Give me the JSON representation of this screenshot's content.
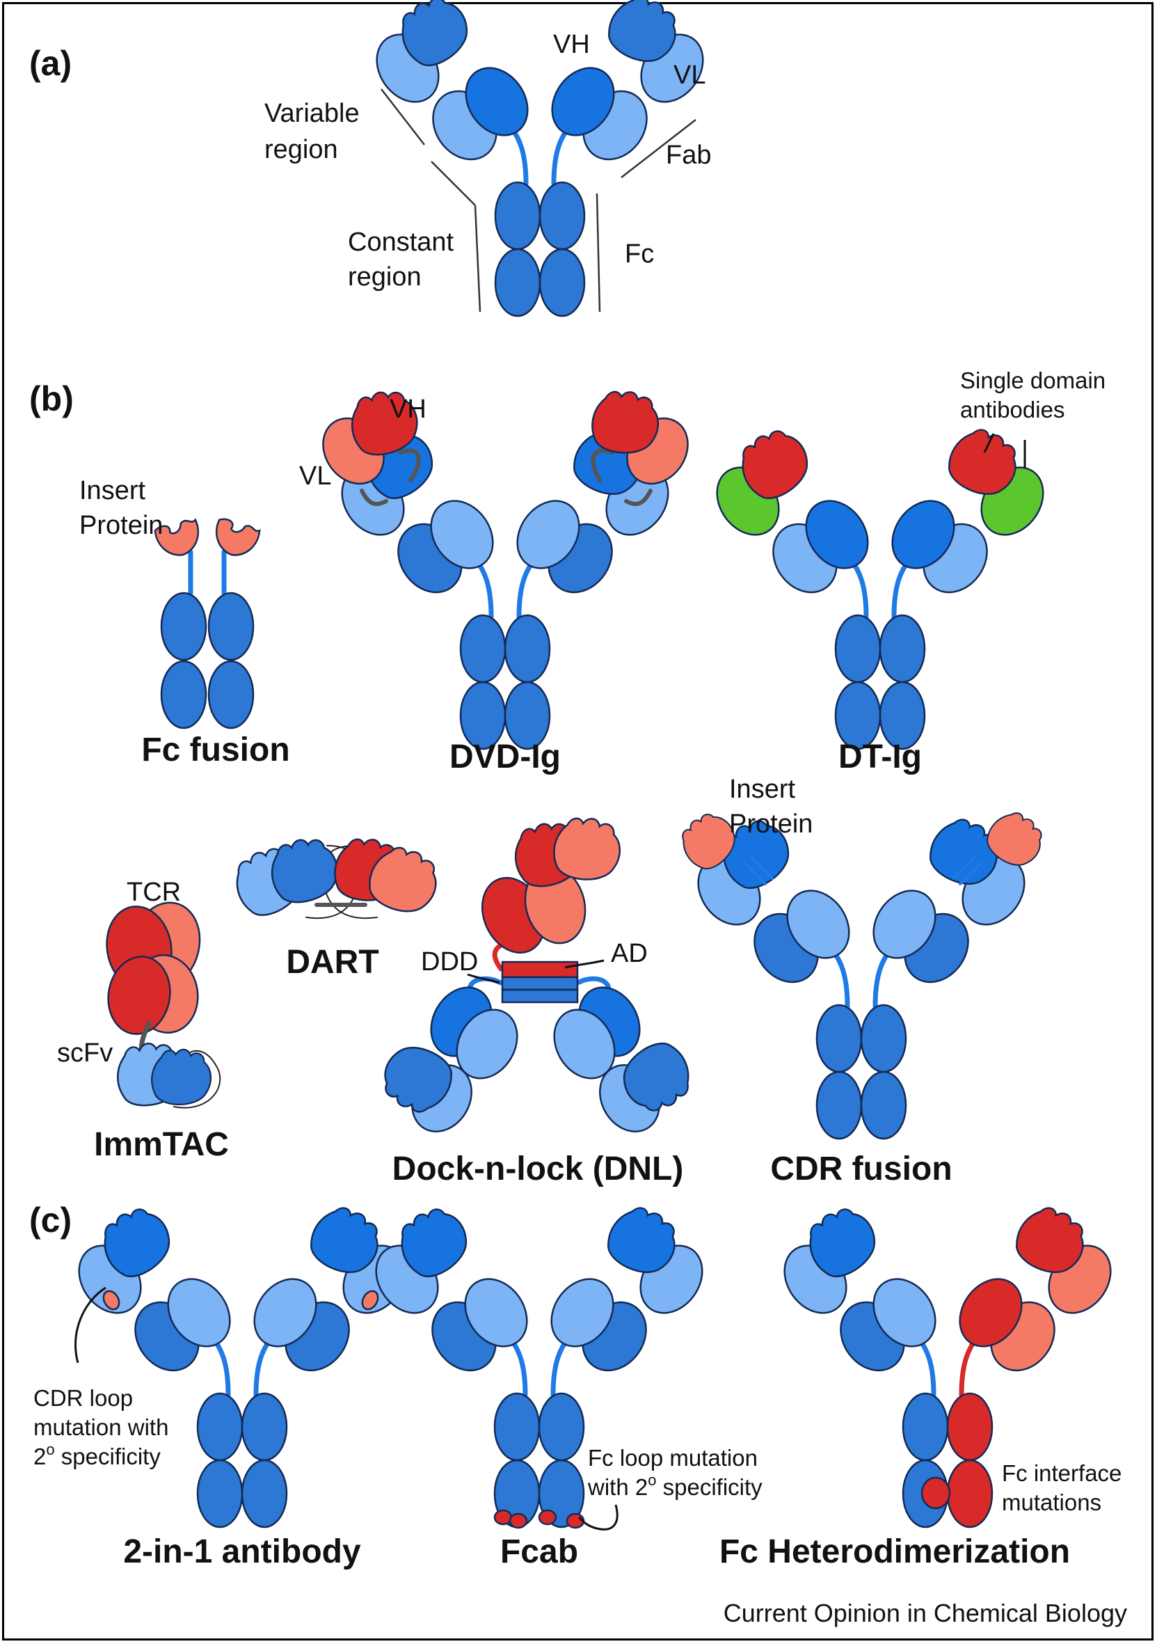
{
  "colors": {
    "dark_blue": "#2c78d4",
    "mid_blue": "#1673e0",
    "light_blue": "#7db4f5",
    "red": "#d92a2a",
    "salmon": "#f47a66",
    "green": "#5cc62f",
    "outline": "#142a55",
    "hinge_blue": "#1f7ae6",
    "linker_gray": "#555555"
  },
  "panels": {
    "a": {
      "tag": "(a)",
      "labels": {
        "vh": "VH",
        "vl": "VL",
        "variable_line1": "Variable",
        "variable_line2": "region",
        "fab": "Fab",
        "constant_line1": "Constant",
        "constant_line2": "region",
        "fc": "Fc"
      }
    },
    "b": {
      "tag": "(b)",
      "fc_fusion": {
        "title": "Fc fusion",
        "insert_line1": "Insert",
        "insert_line2": "Protein"
      },
      "dvd_ig": {
        "title": "DVD-Ig",
        "vh": "VH",
        "vl": "VL"
      },
      "dt_ig": {
        "title": "DT-Ig",
        "sd_line1": "Single domain",
        "sd_line2": "antibodies"
      },
      "immtac": {
        "title": "ImmTAC",
        "tcr": "TCR",
        "scfv": "scFv"
      },
      "dart": {
        "title": "DART"
      },
      "dnl": {
        "title": "Dock-n-lock (DNL)",
        "ddd": "DDD",
        "ad": "AD"
      },
      "cdr_fusion": {
        "title": "CDR fusion",
        "insert_line1": "Insert",
        "insert_line2": "Protein"
      }
    },
    "c": {
      "tag": "(c)",
      "two_in_one": {
        "title": "2-in-1 antibody",
        "note_line1": "CDR loop",
        "note_line2": "mutation with",
        "note_line3_pre": "2",
        "note_line3_sup": "o",
        "note_line3_post": " specificity"
      },
      "fcab": {
        "title": "Fcab",
        "note_line1": "Fc loop mutation",
        "note_line2_pre": "with 2",
        "note_line2_sup": "o",
        "note_line2_post": " specificity"
      },
      "fc_hetero": {
        "title": "Fc Heterodimerization",
        "note_line1": "Fc interface",
        "note_line2": "mutations"
      }
    }
  },
  "credit": "Current Opinion in Chemical Biology"
}
